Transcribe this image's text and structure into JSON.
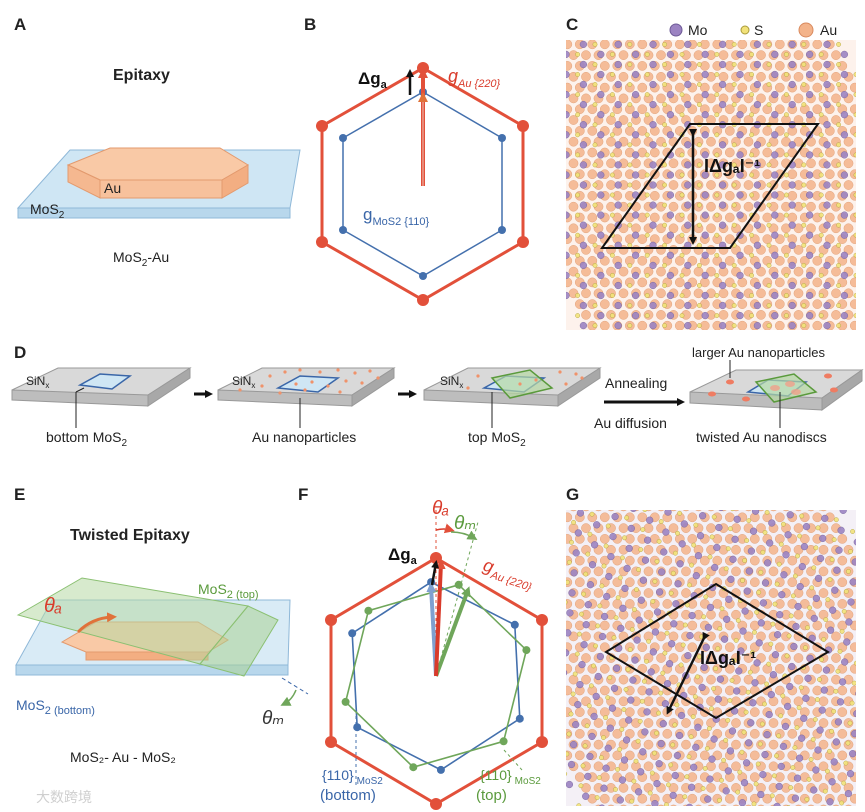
{
  "panels": {
    "a": "A",
    "b": "B",
    "c": "C",
    "d": "D",
    "e": "E",
    "f": "F",
    "g": "G"
  },
  "panel_a": {
    "title": "Epitaxy",
    "au_label": "Au",
    "mos2_base": "MoS",
    "mos2_sub": "2",
    "caption_base": "MoS",
    "caption_sub": "2",
    "caption_tail": "-Au"
  },
  "panel_b": {
    "dg_base": "Δg",
    "dg_sub": "a",
    "gau_base": "g",
    "gau_sub": "Au {220}",
    "gmos_base": "g",
    "gmos_sub": "MoS2 {110}"
  },
  "panel_c": {
    "legend": [
      {
        "label": "Mo",
        "color": "#9b83c2"
      },
      {
        "label": "S",
        "color": "#f2e27a"
      },
      {
        "label": "Au",
        "color": "#f3b38a"
      }
    ],
    "dg_label": "IΔgₐI⁻¹"
  },
  "panel_d": {
    "sin1": "SiN",
    "sin_sub": "x",
    "step1": "bottom MoS",
    "step1_sub": "2",
    "step2": "Au nanoparticles",
    "step3": "top MoS",
    "step3_sub": "2",
    "arrow_top": "Annealing",
    "arrow_bottom": "Au diffusion",
    "step4_top": "larger Au nanoparticles",
    "step4_bottom": "twisted Au nanodiscs"
  },
  "panel_e": {
    "title": "Twisted Epitaxy",
    "theta_a": "θₐ",
    "theta_m": "θₘ",
    "top_base": "MoS",
    "top_sub": "2 (top)",
    "bottom_base": "MoS",
    "bottom_sub": "2 (bottom)",
    "caption": "MoS₂- Au - MoS₂"
  },
  "panel_f": {
    "theta_a": "θₐ",
    "theta_m": "θₘ",
    "dg_base": "Δg",
    "dg_sub": "a",
    "gau_base": "g",
    "gau_sub": "Au {220}",
    "bottom_idx": "{110}",
    "bottom_sub": "MoS2",
    "bottom_tag": "(bottom)",
    "top_idx": "{110}",
    "top_sub": "MoS2",
    "top_tag": "(top)"
  },
  "panel_g": {
    "dg_label": "IΔgₐI⁻¹"
  },
  "watermark": "大数跨境",
  "colors": {
    "red": "#e2503a",
    "blue": "#4470ad",
    "green": "#6fa65a",
    "au_fill": "#f9c9a6",
    "mos2_fill": "#cfe6f4"
  }
}
